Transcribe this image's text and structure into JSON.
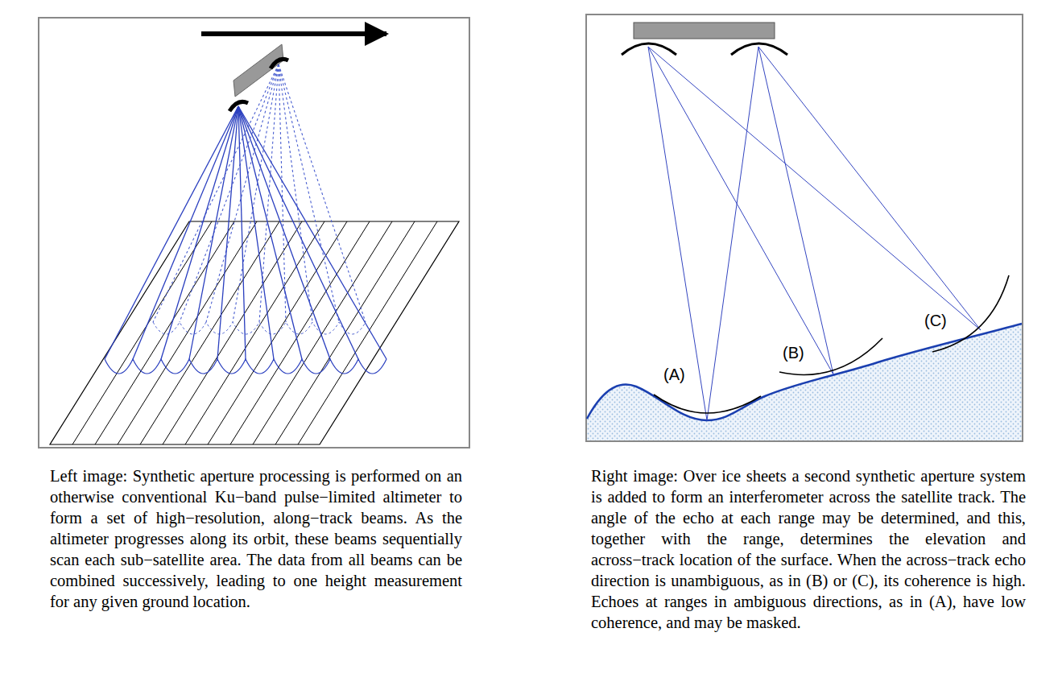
{
  "diagram": {
    "labels": [
      "(A)",
      "(B)",
      "(C)",
      "Left image: Synthetic aperture processing is performed on an otherwise conventional Ku−band pulse−limited altimeter to form a set of high−resolution, along−track beams. As the altimeter progresses along its orbit, these beams sequentially scan each sub−satellite area. The data from all beams can be combined successively, leading to one height measurement for any given ground location.",
      "Right image: Over ice sheets a second synthetic aperture system is added to form an interferometer across the satellite track. The angle of the echo at each range may be determined, and this, together with the range, determines the elevation and across−track location of the surface. When the across−track echo direction is unambiguous, as in (B) or (C), its coherence is high. Echoes at ranges in ambiguous directions, as in (A), have low coherence, and may be masked."
    ]
  }
}
